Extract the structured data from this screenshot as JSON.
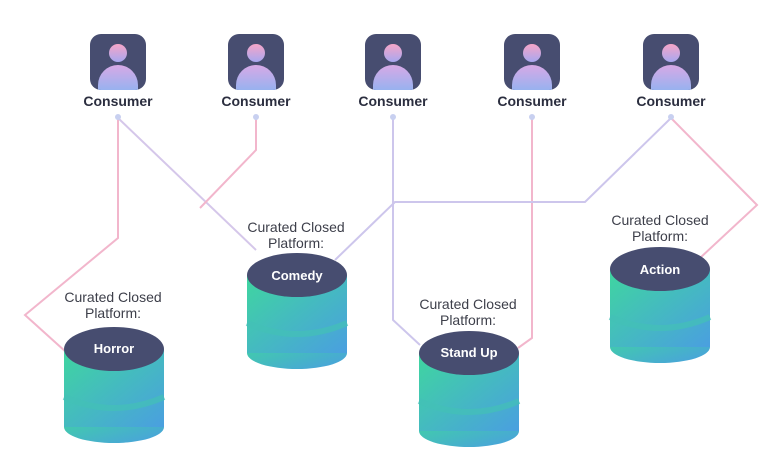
{
  "consumers": [
    {
      "label": "Consumer"
    },
    {
      "label": "Consumer"
    },
    {
      "label": "Consumer"
    },
    {
      "label": "Consumer"
    },
    {
      "label": "Consumer"
    }
  ],
  "platforms": [
    {
      "caption_line1": "Curated Closed",
      "caption_line2": "Platform:",
      "name": "Horror"
    },
    {
      "caption_line1": "Curated Closed",
      "caption_line2": "Platform:",
      "name": "Comedy"
    },
    {
      "caption_line1": "Curated Closed",
      "caption_line2": "Platform:",
      "name": "Stand Up"
    },
    {
      "caption_line1": "Curated Closed",
      "caption_line2": "Platform:",
      "name": "Action"
    }
  ],
  "colors": {
    "link_pink": "#f2b6cc",
    "link_lavender": "#cdc6ec",
    "db_top": "#474d70",
    "db_green": "#3fd69f",
    "db_blue": "#4aa0dc",
    "icon_bg": "#474d70"
  }
}
